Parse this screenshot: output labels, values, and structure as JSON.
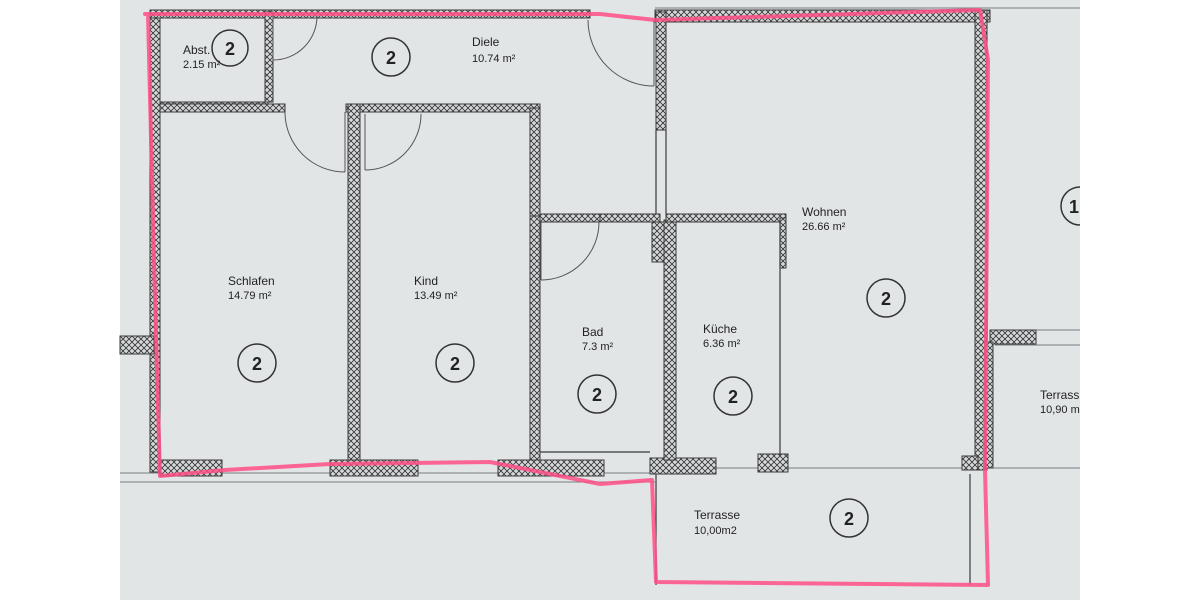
{
  "rooms": {
    "abst": {
      "name": "Abst.",
      "area": "2.15 m²",
      "badge": "2"
    },
    "diele": {
      "name": "Diele",
      "area": "10.74 m²",
      "badge": "2"
    },
    "schlafen": {
      "name": "Schlafen",
      "area": "14.79 m²",
      "badge": "2"
    },
    "kind": {
      "name": "Kind",
      "area": "13.49 m²",
      "badge": "2"
    },
    "bad": {
      "name": "Bad",
      "area": "7.3 m²",
      "badge": "2"
    },
    "kueche": {
      "name": "Küche",
      "area": "6.36 m²",
      "badge": "2"
    },
    "wohnen": {
      "name": "Wohnen",
      "area": "26.66 m²",
      "badge": "2"
    },
    "terrasse": {
      "name": "Terrasse",
      "area": "10,00m2",
      "badge": "2"
    },
    "terrasse_right": {
      "name": "Terrass",
      "area": "10,90 m",
      "badge": "1"
    }
  },
  "colors": {
    "paper": "#e2e5e6",
    "wall_fill": "#d3d6d8",
    "wall_stroke": "#3a3a3a",
    "highlight": "#ff4f86"
  }
}
